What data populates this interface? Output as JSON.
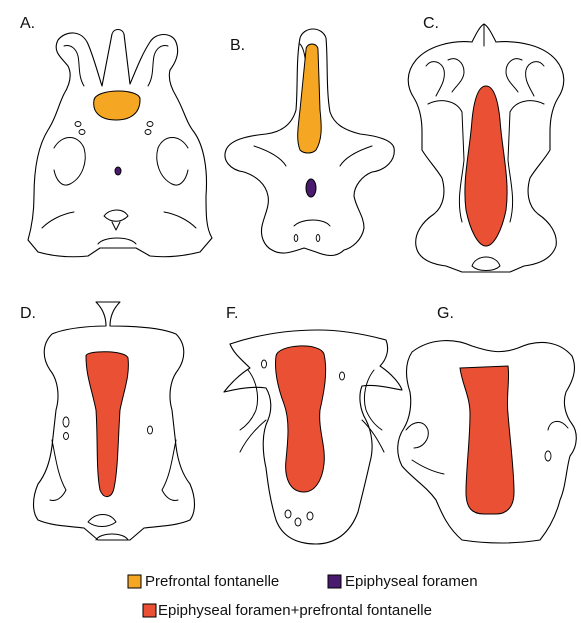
{
  "colors": {
    "prefrontal": "#f5a623",
    "epiphyseal": "#4a1a6e",
    "combined": "#ea5034",
    "outline": "#000000"
  },
  "panels": [
    {
      "label": "A."
    },
    {
      "label": "B."
    },
    {
      "label": "C."
    },
    {
      "label": "D."
    },
    {
      "label": "F."
    },
    {
      "label": "G."
    }
  ],
  "legend": {
    "prefrontal": "Prefrontal fontanelle",
    "epiphyseal": "Epiphyseal foramen",
    "combined": "Epiphyseal foramen+prefrontal fontanelle"
  }
}
